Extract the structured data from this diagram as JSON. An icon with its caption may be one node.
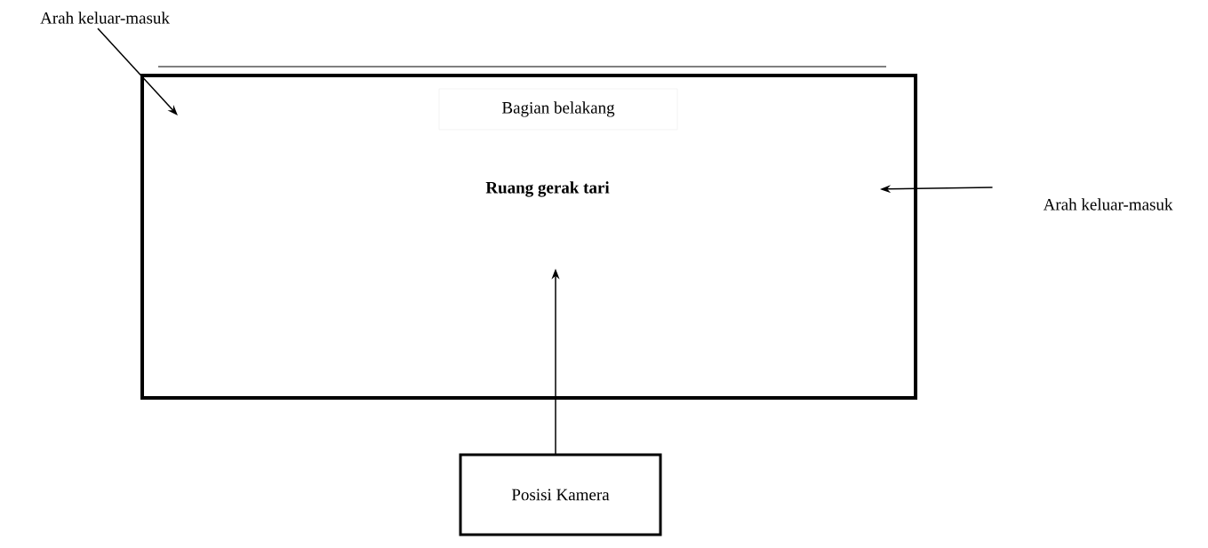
{
  "diagram": {
    "nodes": [
      {
        "text": [
          "Bagian belakang",
          "Ruang gerak tari"
        ]
      },
      {
        "text": [
          "Arah keluar-masuk"
        ]
      },
      {
        "text": [
          "Arah keluar-masuk"
        ]
      },
      {
        "text": [
          "Posisi Kamera"
        ]
      }
    ],
    "edges": [
      {
        "from": 1,
        "to": 0,
        "arrow": "to"
      },
      {
        "from": 2,
        "to": 0,
        "arrow": "to"
      },
      {
        "from": 3,
        "to": 0,
        "arrow": "to"
      }
    ]
  }
}
